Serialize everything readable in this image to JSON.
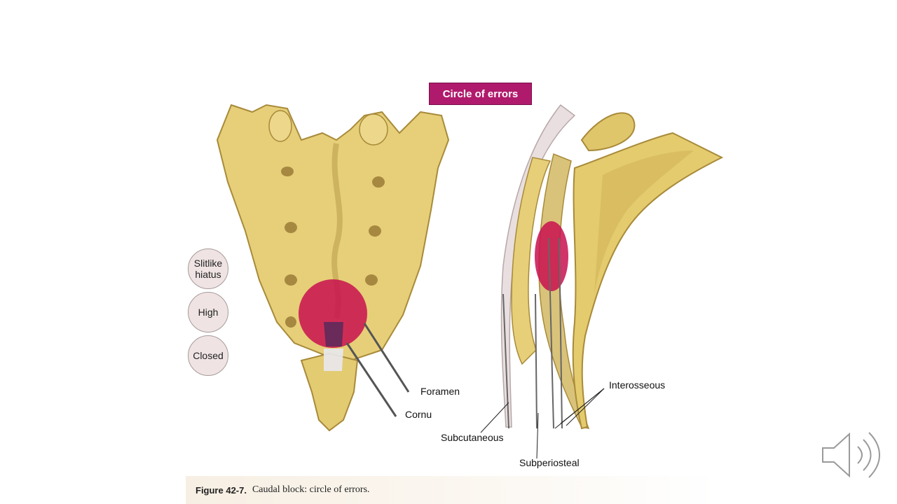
{
  "title": "Circle of errors",
  "badges": {
    "slitlike": "Slitlike hiatus",
    "high": "High",
    "closed": "Closed"
  },
  "labels": {
    "foramen": "Foramen",
    "cornu": "Cornu",
    "interosseous": "Interosseous",
    "subcutaneous": "Subcutaneous",
    "subperiosteal": "Subperiosteal"
  },
  "caption": {
    "number": "Figure 42-7.",
    "text": "Caudal block: circle of errors."
  },
  "icons": {
    "audio": "speaker-icon"
  },
  "colors": {
    "accent": "#b01a6c",
    "circle": "#c8104f",
    "bone": "#e6cf78"
  }
}
